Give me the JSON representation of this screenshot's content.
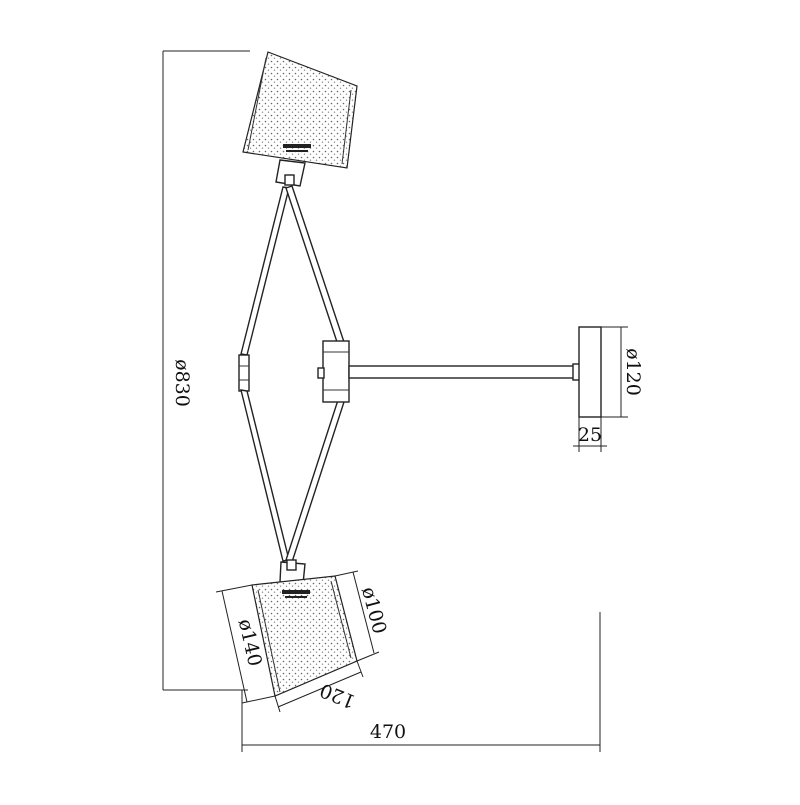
{
  "drawing": {
    "dimensions": {
      "overall_height": "ø830",
      "wall_plate_diameter": "ø120",
      "wall_plate_depth": "25",
      "shade_large_diameter": "ø140",
      "shade_small_diameter": "ø100",
      "shade_height": "120",
      "overall_projection": "470"
    },
    "colors": {
      "line": "#222222",
      "background": "#ffffff"
    }
  }
}
